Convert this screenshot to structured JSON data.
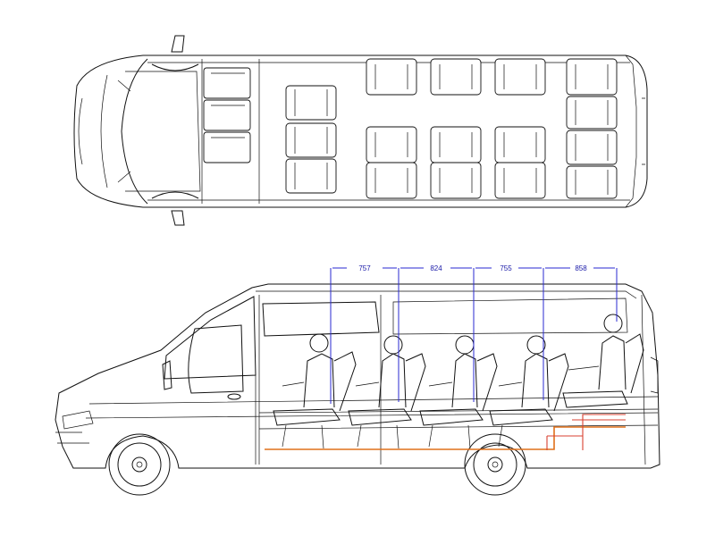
{
  "colors": {
    "outline": "#111111",
    "dimension": "#2a2ad0",
    "floor_rail": "#e0701a",
    "frame": "#d84030",
    "background": "#ffffff"
  },
  "side_view": {
    "dimensions": [
      {
        "label": "757"
      },
      {
        "label": "824"
      },
      {
        "label": "755"
      },
      {
        "label": "858"
      }
    ]
  }
}
